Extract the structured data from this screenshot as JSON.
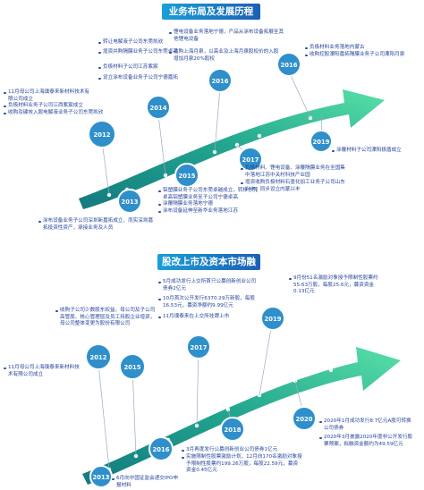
{
  "section1": {
    "title": "业务布局及发展历程",
    "years": [
      "2012",
      "2013",
      "2014",
      "2015",
      "2016",
      "2017",
      "2019"
    ],
    "notes": [
      "11月母公司上海璞泰来新材料技术有限公司成立",
      "负极材料业务子公司江西紫宸成立",
      "收购及键效入股电解液业务子公司东莞凯欣",
      "涂布设备业务子公司深圳新嘉拓成立，而实深圳嘉拓投资性资产，承接业务及人员",
      "转让电解液子公司东莞凯欣",
      "增资并购隔膜业务子公司东莞卓高",
      "负极材料子公司江苏紫宸",
      "设立涂布设备业务子公司宁德嘉拓",
      "锂电设备业务落地宁德，产品从涂布设备拓展至其他锂电设备",
      "收购上海月泉，以高业及上海月泉股权价的入股增加月泉20%股权",
      "负极材料业务落地内蒙古",
      "收购控股溧阳嘉拓隔膜业务子公司溧阳月泉",
      "铝塑膜业务子公司东莞卓越成立，转移东莞卓高铝塑膜业务至子公司宁德卓高",
      "涂覆隔膜业务落地宁德",
      "涂布设备延伸至新华业务落地江苏",
      "负极材料、锂电设备、涂覆隔膜业务在全国集中落地江苏中关村科技产业园",
      "增资收购负极材料石墨化加工业务子公司山东兴丰，同步设立内蒙兴丰",
      "涂覆材料子公司溧阳极盾成立"
    ]
  },
  "section2": {
    "title": "股改上市及资本市场融资",
    "years": [
      "2012",
      "2013",
      "2015",
      "2016",
      "2017",
      "2018",
      "2019",
      "2020"
    ],
    "notes": [
      "11月母公司上海璞泰来新材料技术有限公司成立",
      "收购子公司少数股东权益，母公司及子公司高管股、核心管理层及员工持股企业增资，母公司整体变更为股份有限公司",
      "6月向中国证监会递交IPO申报材料",
      "5月成功发行上交所首只公募创新创业公司债券2亿元",
      "10月首次公开发行6370.29万新股，每股16.53元，募资净额约9.99亿元",
      "11月璞泰来在上交所挂牌上市",
      "9月份51名激励对象授予限制性股票约55.63万股，每股25.6元，募资资金0.13亿元",
      "3月再度发行公募创新创业公司债券1亿元",
      "实施限制性股票激励计划，12月向170名激励对象授予限制性股票约199.26万股，每股22.59元，募资资金0.45亿元",
      "2020年1月成功发行8.7亿元A股可转换公司债券",
      "2020年3月披露2020年度非公开发行股票预案，拟融资金额约为49.59亿元"
    ]
  },
  "colors": {
    "arrow_dark": "#1d8f8a",
    "arrow_light": "#3fd5a8",
    "circle": "#2e8fcb",
    "banner": "#1a76c8",
    "text": "#24449a"
  }
}
